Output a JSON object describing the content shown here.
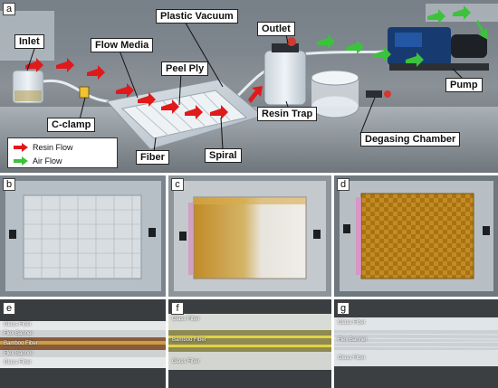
{
  "panel_letters": [
    "a",
    "b",
    "c",
    "d",
    "e",
    "f",
    "g"
  ],
  "panel_a": {
    "callouts": {
      "inlet": "Inlet",
      "flow_media": "Flow Media",
      "plastic_vacuum": "Plastic Vacuum",
      "outlet": "Outlet",
      "peel_ply": "Peel Ply",
      "c_clamp": "C-clamp",
      "resin_trap": "Resin Trap",
      "pump": "Pump",
      "fiber": "Fiber",
      "spiral": "Spiral",
      "degasing_chamber": "Degasing Chamber"
    },
    "legend": {
      "resin_flow": "Resin Flow",
      "air_flow": "Air Flow"
    },
    "colors": {
      "resin_arrow": "#e0191b",
      "air_arrow": "#3cc23c"
    }
  },
  "panel_e_layers": [
    "Glass Fiber",
    "Flex Banner",
    "Bamboo Fiber",
    "Flex Banner",
    "Glass Fiber"
  ],
  "panel_f_layers": [
    "Glass Fiber",
    "Bamboo Fiber",
    "Glass Fiber"
  ],
  "panel_g_layers": [
    "Glass Fiber",
    "Flex Banner",
    "Glass Fiber"
  ]
}
